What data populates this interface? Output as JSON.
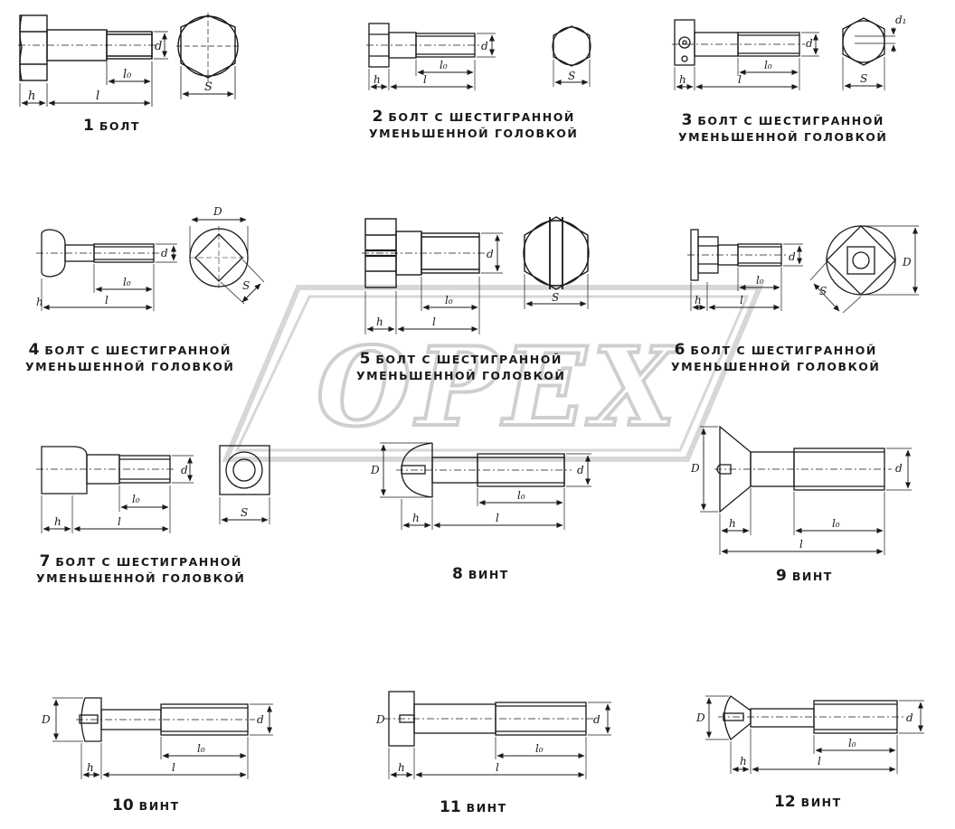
{
  "watermark": {
    "text": "OPEX",
    "color": "#b8b8b8"
  },
  "colors": {
    "ink": "#1a1a1a",
    "paper": "#ffffff"
  },
  "figures": [
    {
      "id": 1,
      "number": "1",
      "title": "БОЛТ",
      "subtitle": "",
      "labels": {
        "h": "h",
        "l": "l",
        "l0": "l₀",
        "d": "d",
        "s": "S"
      }
    },
    {
      "id": 2,
      "number": "2",
      "title": "БОЛТ  С ШЕСТИГРАННОЙ",
      "subtitle": "УМЕНЬШЕННОЙ ГОЛОВКОЙ",
      "labels": {
        "h": "h",
        "l": "l",
        "l0": "l₀",
        "d": "d",
        "s": "S"
      }
    },
    {
      "id": 3,
      "number": "3",
      "title": "БОЛТ  С ШЕСТИГРАННОЙ",
      "subtitle": "УМЕНЬШЕННОЙ ГОЛОВКОЙ",
      "labels": {
        "h": "h",
        "l": "l",
        "l0": "l₀",
        "d": "d",
        "d1": "d₁",
        "s": "S"
      }
    },
    {
      "id": 4,
      "number": "4",
      "title": "БОЛТ  С ШЕСТИГРАННОЙ",
      "subtitle": "УМЕНЬШЕННОЙ ГОЛОВКОЙ",
      "labels": {
        "h": "h",
        "l": "l",
        "l0": "l₀",
        "d": "d",
        "D": "D",
        "s": "S"
      }
    },
    {
      "id": 5,
      "number": "5",
      "title": "БОЛТ  С ШЕСТИГРАННОЙ",
      "subtitle": "УМЕНЬШЕННОЙ ГОЛОВКОЙ",
      "labels": {
        "h": "h",
        "l": "l",
        "l0": "l₀",
        "d": "d",
        "s": "S"
      }
    },
    {
      "id": 6,
      "number": "6",
      "title": "БОЛТ  С ШЕСТИГРАННОЙ",
      "subtitle": "УМЕНЬШЕННОЙ ГОЛОВКОЙ",
      "labels": {
        "h": "h",
        "l": "l",
        "l0": "l₀",
        "d": "d",
        "D": "D",
        "s": "S"
      }
    },
    {
      "id": 7,
      "number": "7",
      "title": "БОЛТ  С ШЕСТИГРАННОЙ",
      "subtitle": "УМЕНЬШЕННОЙ ГОЛОВКОЙ",
      "labels": {
        "h": "h",
        "l": "l",
        "l0": "l₀",
        "d": "d",
        "s": "S"
      }
    },
    {
      "id": 8,
      "number": "8",
      "title": "ВИНТ",
      "subtitle": "",
      "labels": {
        "h": "h",
        "l": "l",
        "l0": "l₀",
        "d": "d",
        "D": "D"
      }
    },
    {
      "id": 9,
      "number": "9",
      "title": "ВИНТ",
      "subtitle": "",
      "labels": {
        "h": "h",
        "l": "l",
        "l0": "l₀",
        "d": "d",
        "D": "D"
      }
    },
    {
      "id": 10,
      "number": "10",
      "title": "ВИНТ",
      "subtitle": "",
      "labels": {
        "h": "h",
        "l": "l",
        "l0": "l₀",
        "d": "d",
        "D": "D"
      }
    },
    {
      "id": 11,
      "number": "11",
      "title": "ВИНТ",
      "subtitle": "",
      "labels": {
        "h": "h",
        "l": "l",
        "l0": "l₀",
        "d": "d",
        "D": "D"
      }
    },
    {
      "id": 12,
      "number": "12",
      "title": "ВИНТ",
      "subtitle": "",
      "labels": {
        "h": "h",
        "l": "l",
        "l0": "l₀",
        "d": "d",
        "D": "D"
      }
    }
  ]
}
